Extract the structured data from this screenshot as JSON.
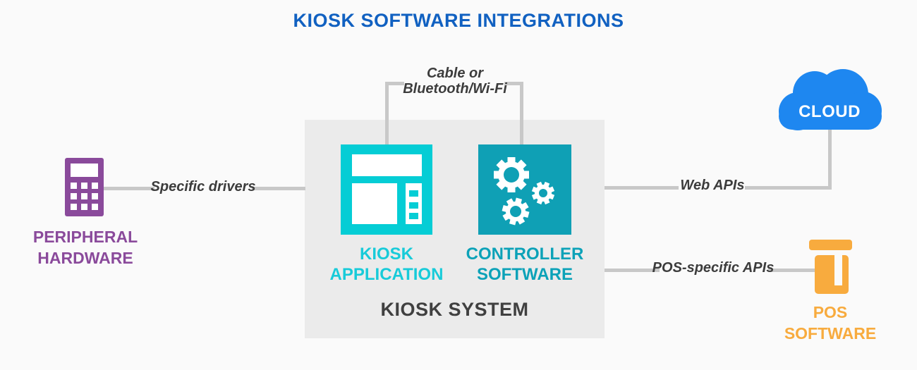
{
  "title": "KIOSK SOFTWARE INTEGRATIONS",
  "colors": {
    "page_bg": "#FAFAFA",
    "box_bg": "#EBEBEB",
    "line": "#C8C8C8",
    "title_blue": "#1161C1",
    "teal_light": "#05CDD5",
    "teal_light_text": "#17CBD9",
    "teal_dark": "#0FA0B5",
    "teal_dark_text": "#0CA2B8",
    "purple": "#8A4A9B",
    "cloud_blue": "#1E87F0",
    "orange": "#F8AB3E",
    "label_dark": "#3C3C3C",
    "system_dark": "#404040"
  },
  "icons": {
    "peripheral_hardware": "calculator-icon",
    "kiosk_application": "app-window-icon",
    "controller_software": "gears-icon",
    "cloud": "cloud-icon",
    "pos_software": "cash-register-icon"
  },
  "nodes": {
    "peripheral_hardware": {
      "label_line1": "PERIPHERAL",
      "label_line2": "HARDWARE"
    },
    "kiosk_application": {
      "label_line1": "KIOSK",
      "label_line2": "APPLICATION"
    },
    "controller_software": {
      "label_line1": "CONTROLLER",
      "label_line2": "SOFTWARE"
    },
    "kiosk_system": {
      "label": "KIOSK SYSTEM"
    },
    "cloud": {
      "label": "CLOUD"
    },
    "pos_software": {
      "label_line1": "POS",
      "label_line2": "SOFTWARE"
    }
  },
  "connections": {
    "cable_line1": "Cable or",
    "cable_line2": "Bluetooth/Wi-Fi",
    "specific_drivers": "Specific drivers",
    "web_apis": "Web APIs",
    "pos_specific_apis": "POS-specific APIs"
  }
}
